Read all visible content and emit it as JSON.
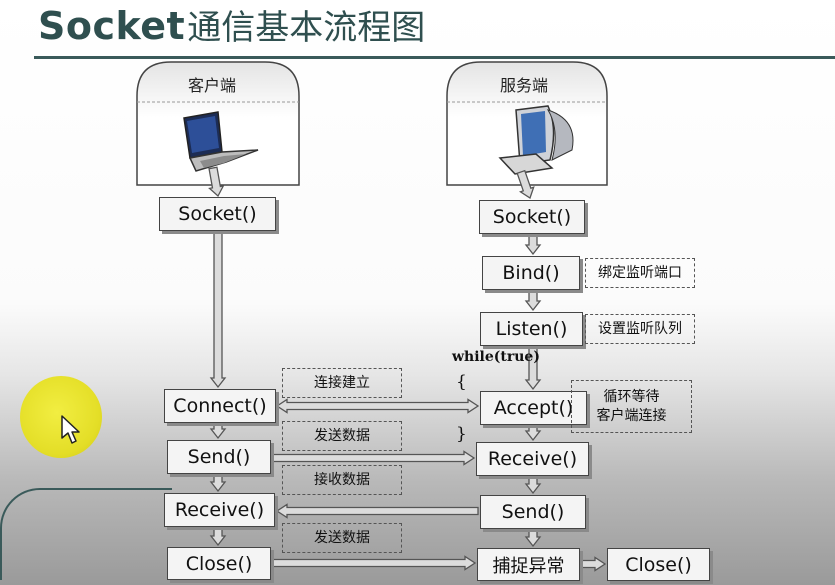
{
  "header": {
    "title_latin": "Socket",
    "title_cjk": "通信基本流程图"
  },
  "client": {
    "caption": "客户端",
    "socket": "Socket()",
    "connect": "Connect()",
    "send": "Send()",
    "receive": "Receive()",
    "close": "Close()"
  },
  "server": {
    "caption": "服务端",
    "socket": "Socket()",
    "bind": "Bind()",
    "listen": "Listen()",
    "accept": "Accept()",
    "receive": "Receive()",
    "send": "Send()",
    "catch": "捕捉异常",
    "close": "Close()"
  },
  "notes": {
    "bind": "绑定监听端口",
    "listen": "设置监听队列",
    "accept_line1": "循环等待",
    "accept_line2": "客户端连接",
    "connect": "连接建立",
    "send": "发送数据",
    "receive": "接收数据",
    "close": "发送数据"
  },
  "code": {
    "while": "while(true)",
    "open_brace": "{",
    "close_brace": "}"
  },
  "colors": {
    "title": "#2f4f4f",
    "arrow_fill": "#dcdcdc",
    "arrow_stroke": "#555555",
    "cursor_halo": "#e5df1e"
  },
  "icons": {
    "client": "laptop-icon",
    "server": "desktop-computer-icon",
    "pointer": "mouse-cursor-icon"
  }
}
